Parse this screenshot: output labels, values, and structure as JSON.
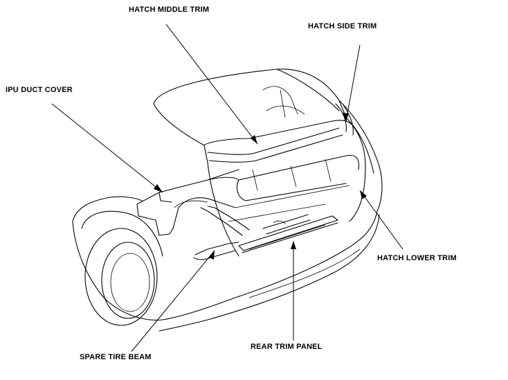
{
  "labels": {
    "hatch_middle_trim": "HATCH MIDDLE TRIM",
    "hatch_side_trim": "HATCH SIDE TRIM",
    "ipu_duct_cover": "IPU DUCT COVER",
    "hatch_lower_trim": "HATCH LOWER TRIM",
    "rear_trim_panel": "REAR TRIM PANEL",
    "spare_tire_beam": "SPARE TIRE BEAM"
  }
}
